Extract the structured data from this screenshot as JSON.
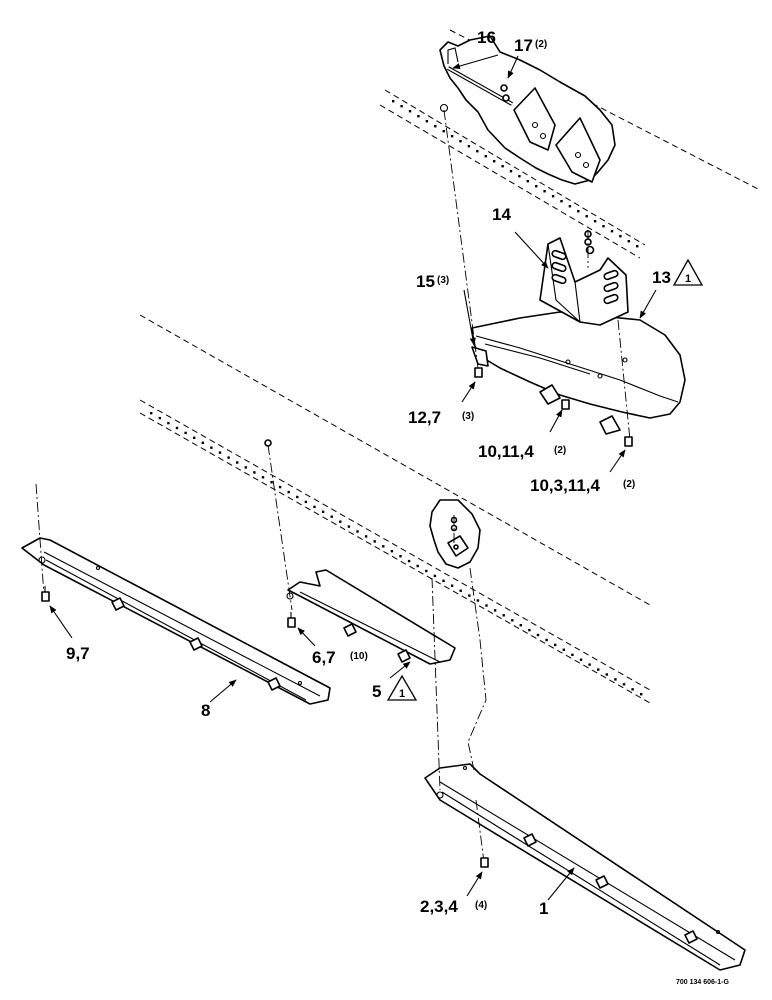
{
  "figure_id": "700 134 606-1-G",
  "callouts": [
    {
      "key": "c16",
      "text": "16",
      "qty": ""
    },
    {
      "key": "c17",
      "text": "17",
      "qty": "(2)"
    },
    {
      "key": "c14",
      "text": "14",
      "qty": ""
    },
    {
      "key": "c13",
      "text": "13",
      "qty": "",
      "note": "1"
    },
    {
      "key": "c15",
      "text": "15",
      "qty": "(3)"
    },
    {
      "key": "c12",
      "text": "12,7",
      "qty": "(3)"
    },
    {
      "key": "c10a",
      "text": "10,11,4",
      "qty": "(2)"
    },
    {
      "key": "c10b",
      "text": "10,3,11,4",
      "qty": "(2)"
    },
    {
      "key": "c9",
      "text": "9,7",
      "qty": ""
    },
    {
      "key": "c6",
      "text": "6,7",
      "qty": "(10)"
    },
    {
      "key": "c5",
      "text": "5",
      "qty": "",
      "note": "1"
    },
    {
      "key": "c8",
      "text": "8",
      "qty": ""
    },
    {
      "key": "c2",
      "text": "2,3,4",
      "qty": "(4)"
    },
    {
      "key": "c1",
      "text": "1",
      "qty": ""
    }
  ]
}
